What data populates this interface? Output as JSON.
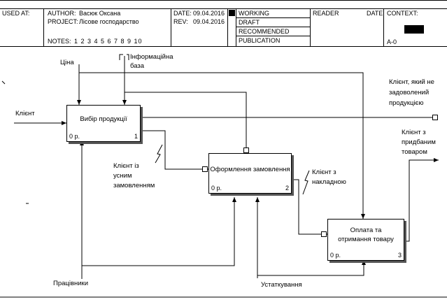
{
  "header": {
    "used_at_label": "USED AT:",
    "author_label": "AUTHOR:",
    "author_value": "Васюк Оксана",
    "project_label": "PROJECT:",
    "project_value": "Лісове господарство",
    "date_label": "DATE:",
    "date_value": "09.04.2016",
    "rev_label": "REV:",
    "rev_value": "09.04.2016",
    "notes_label": "NOTES:",
    "notes_value": "1 2 3 4 5 6 7 8 9 10",
    "status": [
      "WORKING",
      "DRAFT",
      "RECOMMENDED",
      "PUBLICATION"
    ],
    "reader_label": "READER",
    "reader_date_label": "DATE",
    "context_label": "CONTEXT:",
    "node_id": "A-0"
  },
  "boxes": [
    {
      "title": "Вибір продукції",
      "cost": "0 р.",
      "num": "1"
    },
    {
      "title": "Оформлення замовлення",
      "cost": "0 р.",
      "num": "2"
    },
    {
      "title_line1": "Оплата та",
      "title_line2": "отримання товару",
      "cost": "0 р.",
      "num": "3"
    }
  ],
  "arrows": {
    "price": "Ціна",
    "infobase_line1": "Інформаційна",
    "infobase_line2": "база",
    "client": "Клієнт",
    "unsatisfied_line1": "Клієнт, який не",
    "unsatisfied_line2": "задоволений",
    "unsatisfied_line3": "продукцією",
    "with_product_line1": "Клієнт з",
    "with_product_line2": "придбаним",
    "with_product_line3": "товаром",
    "oral_order_line1": "Клієнт із",
    "oral_order_line2": "усним",
    "oral_order_line3": "замовленням",
    "invoice_line1": "Клієнт з",
    "invoice_line2": "накладною",
    "workers": "Працівники",
    "equipment": "Устаткування"
  }
}
